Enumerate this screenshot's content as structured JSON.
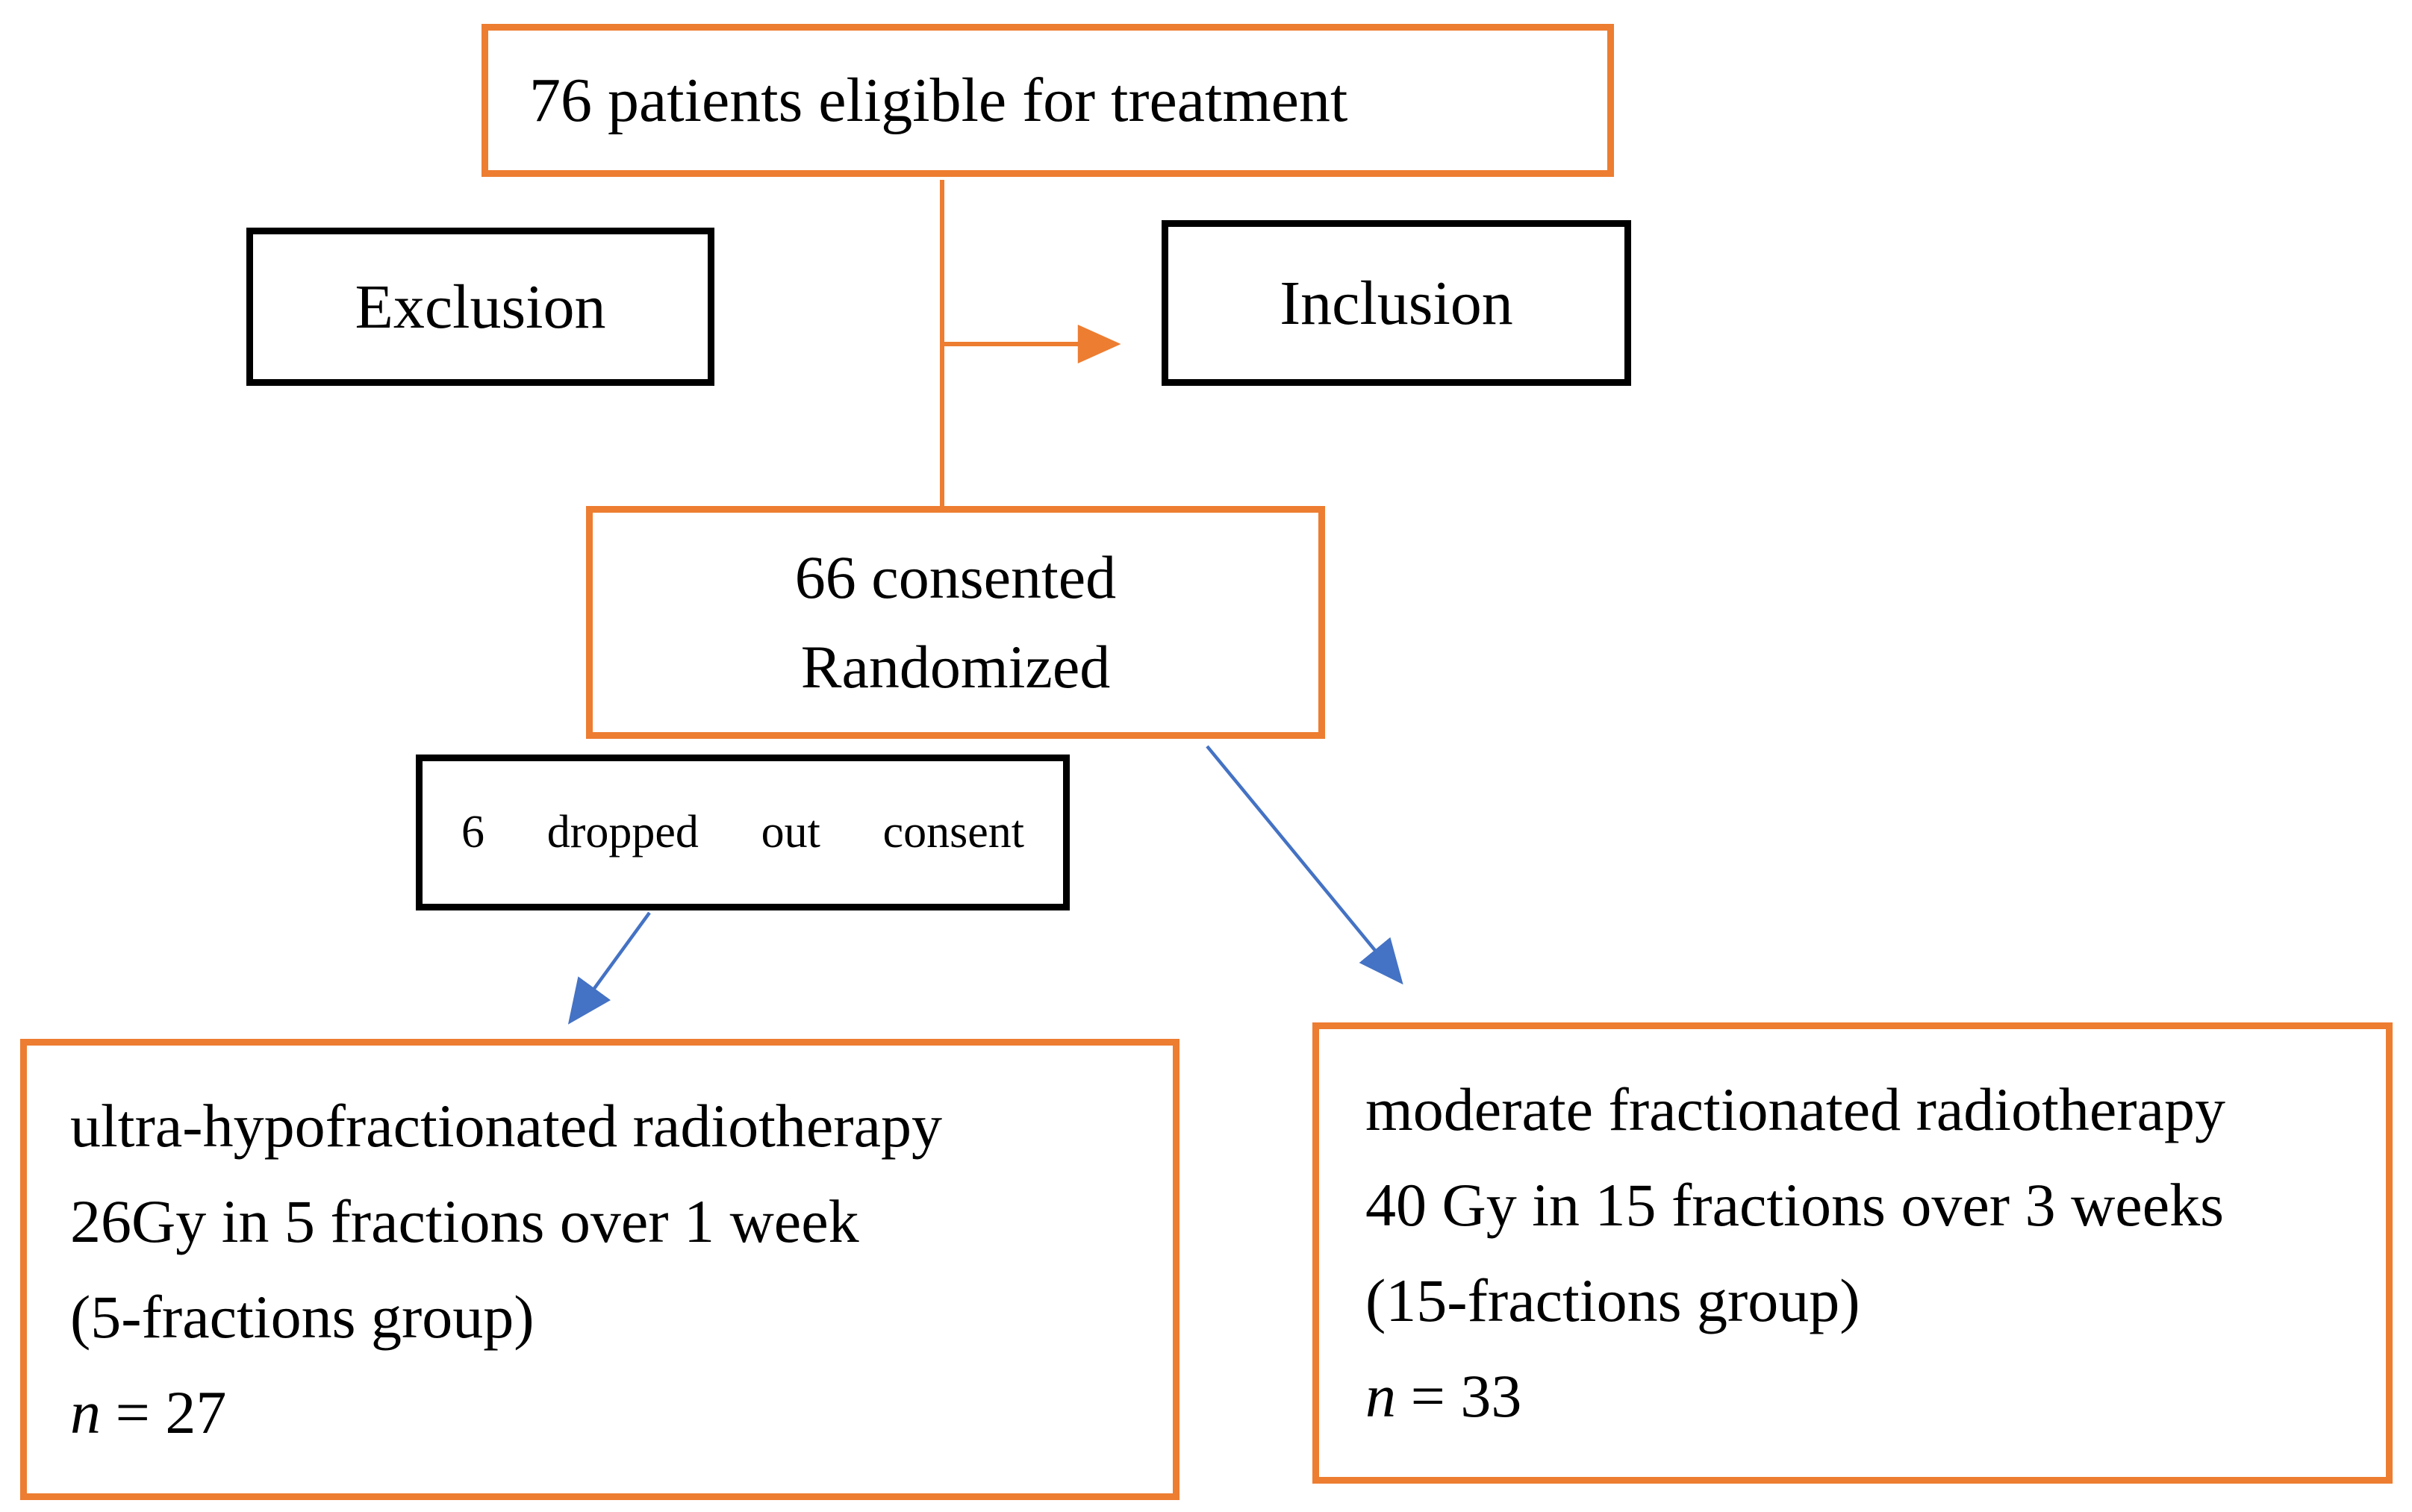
{
  "flowchart": {
    "title_box": {
      "text": "76 patients eligible for treatment"
    },
    "exclusion_box": {
      "text": "Exclusion"
    },
    "inclusion_box": {
      "text": "Inclusion"
    },
    "randomized_box": {
      "line1": "66 consented",
      "line2": "Randomized"
    },
    "dropped_box": {
      "text": "6 dropped out consent"
    },
    "group5_box": {
      "line1": "ultra-hypofractionated radiotherapy",
      "line2": "26Gy in 5 fractions over 1 week",
      "line3": "(5-fractions group)",
      "n_label": "n",
      "n_value": "= 27"
    },
    "group15_box": {
      "line1": "moderate fractionated radiotherapy",
      "line2": "40 Gy in 15 fractions over 3 weeks",
      "line3": "(15-fractions group)",
      "n_label": "n",
      "n_value": "= 33"
    },
    "colors": {
      "accent_orange": "#ED7D31",
      "arrow_blue": "#4472C4",
      "box_black": "#000000"
    }
  }
}
